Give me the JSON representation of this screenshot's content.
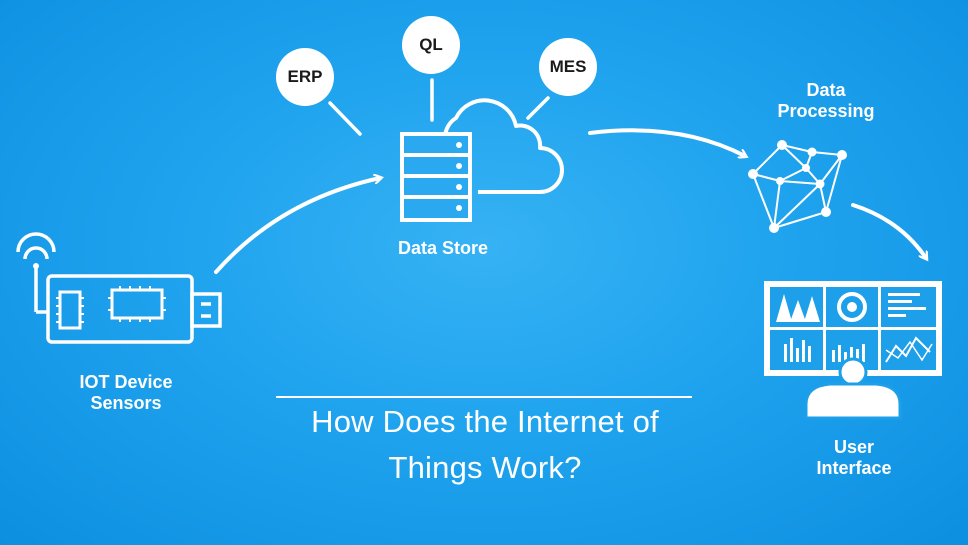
{
  "title": {
    "line1": "How Does the Internet of",
    "line2": "Things Work?"
  },
  "nodes": {
    "iot": {
      "line1": "IOT Device",
      "line2": "Sensors",
      "icon": "usb-sensor-icon"
    },
    "data_store": {
      "label": "Data Store",
      "icon": "server-cloud-icon"
    },
    "data_processing": {
      "line1": "Data",
      "line2": "Processing",
      "icon": "network-mesh-icon"
    },
    "user_interface": {
      "line1": "User",
      "line2": "Interface",
      "icon": "dashboard-user-icon"
    }
  },
  "bubbles": {
    "erp": "ERP",
    "ql": "QL",
    "mes": "MES"
  },
  "colors": {
    "background": "#1fa3ee",
    "foreground": "#ffffff"
  }
}
